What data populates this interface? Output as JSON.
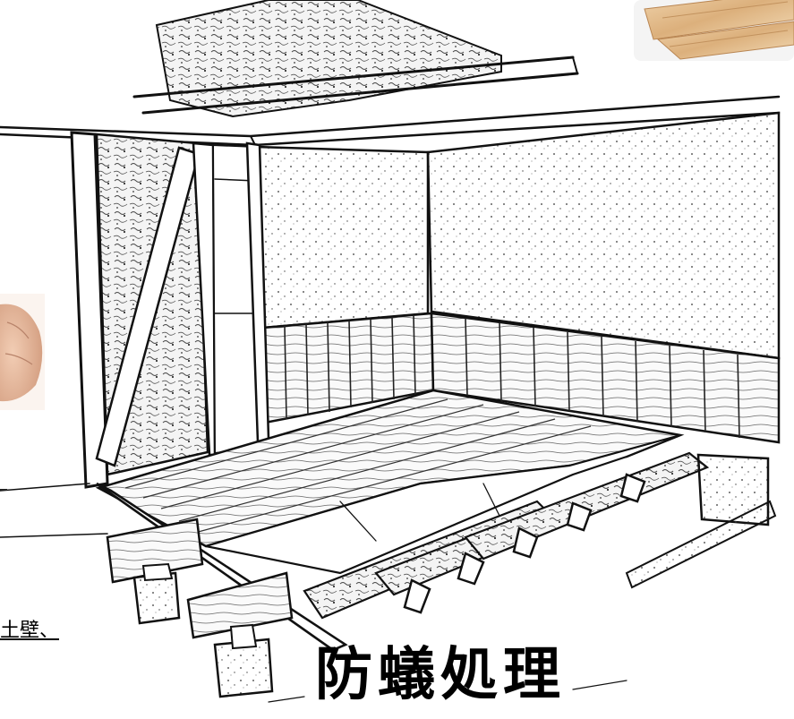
{
  "title": "防蟻処理",
  "left_caption": "土壁、",
  "icons": {
    "illustration": "house-floor-construction-illustration",
    "wood_photo": "wood-planks-photo",
    "hand_photo": "hand-photo"
  },
  "colors": {
    "ink": "#111111",
    "paper": "#ffffff",
    "wood_light": "#e8c79a",
    "wood_dark": "#c89560",
    "skin": "#e6b79a"
  }
}
